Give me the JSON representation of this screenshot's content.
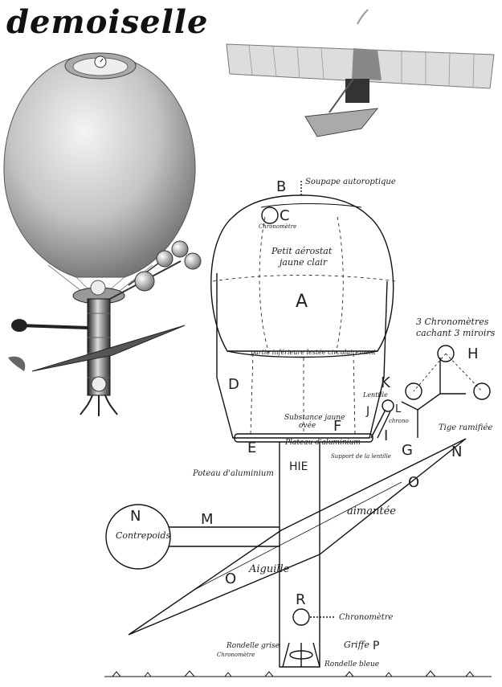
{
  "title": "demoiselle",
  "letters": {
    "A": "A",
    "B": "B",
    "C": "C",
    "D": "D",
    "E": "E",
    "F": "F",
    "G": "G",
    "H": "H",
    "I": "I",
    "J": "J",
    "K": "K",
    "L": "L",
    "M": "M",
    "N": "N",
    "N2": "N",
    "O": "O",
    "O2": "O",
    "P": "P",
    "R": "R",
    "HIE": "HIE"
  },
  "labels": {
    "soupape": "Soupape autoroptique",
    "chronometre_top": "Chronomètre",
    "petit_aerostat": "Petit aérostat",
    "jaune_clair": "jaune clair",
    "partie_inferieure": "partie inférieure lestée circulairement",
    "chronometres_3": "3 Chronomètres",
    "cachant_miroirs": "cachant 3 miroirs",
    "lentille": "Lentille",
    "chrono": "chrono",
    "substance_jaune": "Substance jaune",
    "ovee": "ovée",
    "plateau": "Plateau d'aluminium",
    "tige_ramifiee": "Tige ramifiée",
    "support_lentille": "Support de la lentille",
    "poteau": "Poteau d'aluminium",
    "aimantee": "aimantée",
    "contrepoids": "Contrepoids",
    "aiguille": "Aiguille",
    "chronometre_bottom": "Chronomètre",
    "rondelle_grise": "Rondelle grise",
    "chronometre_small": "Chronomètre",
    "griffe": "Griffe",
    "rondelle_bleue": "Rondelle bleue"
  }
}
